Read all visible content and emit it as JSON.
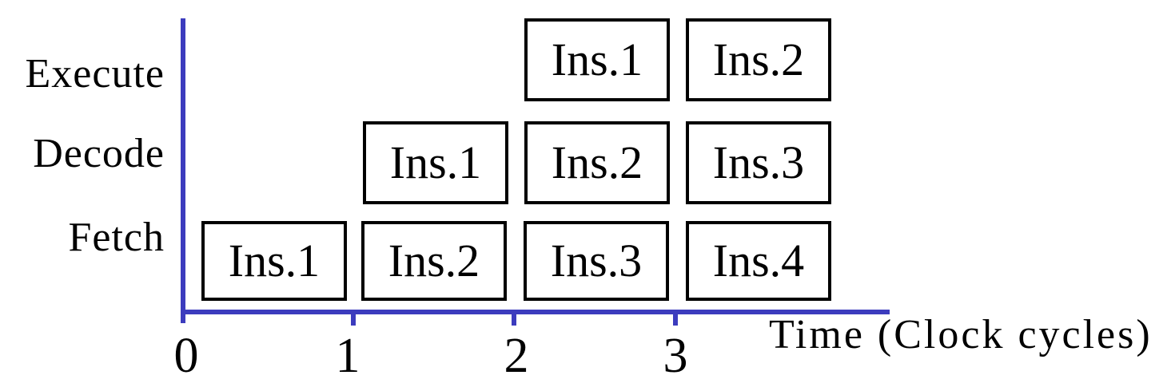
{
  "diagram": {
    "title": "instruction-pipeline-timing-diagram",
    "stage_labels": [
      "Execute",
      "Decode",
      "Fetch"
    ],
    "x_axis": {
      "label": "Time (Clock cycles)",
      "ticks": [
        "0",
        "1",
        "2",
        "3"
      ]
    },
    "colors": {
      "axis": "#3c3cbe",
      "box_border": "#000000",
      "text": "#000000",
      "background": "#ffffff"
    },
    "boxes": [
      {
        "stage": "Execute",
        "cycle": 2,
        "label": "Ins.1"
      },
      {
        "stage": "Execute",
        "cycle": 3,
        "label": "Ins.2"
      },
      {
        "stage": "Decode",
        "cycle": 1,
        "label": "Ins.1"
      },
      {
        "stage": "Decode",
        "cycle": 2,
        "label": "Ins.2"
      },
      {
        "stage": "Decode",
        "cycle": 3,
        "label": "Ins.3"
      },
      {
        "stage": "Fetch",
        "cycle": 0,
        "label": "Ins.1"
      },
      {
        "stage": "Fetch",
        "cycle": 1,
        "label": "Ins.2"
      },
      {
        "stage": "Fetch",
        "cycle": 2,
        "label": "Ins.3"
      },
      {
        "stage": "Fetch",
        "cycle": 3,
        "label": "Ins.4"
      }
    ]
  }
}
